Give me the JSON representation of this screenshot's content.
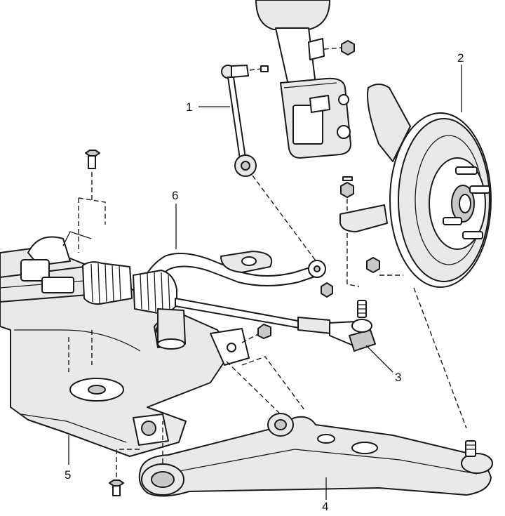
{
  "diagram": {
    "callouts": [
      {
        "id": "1",
        "label": "1"
      },
      {
        "id": "2",
        "label": "2"
      },
      {
        "id": "3",
        "label": "3"
      },
      {
        "id": "4",
        "label": "4"
      },
      {
        "id": "5",
        "label": "5"
      },
      {
        "id": "6",
        "label": "6"
      }
    ]
  },
  "colors": {
    "line": "#1a1a1a",
    "fill": "#ffffff",
    "shade_light": "#e9e9e9",
    "shade_dark": "#c9c9c9"
  }
}
